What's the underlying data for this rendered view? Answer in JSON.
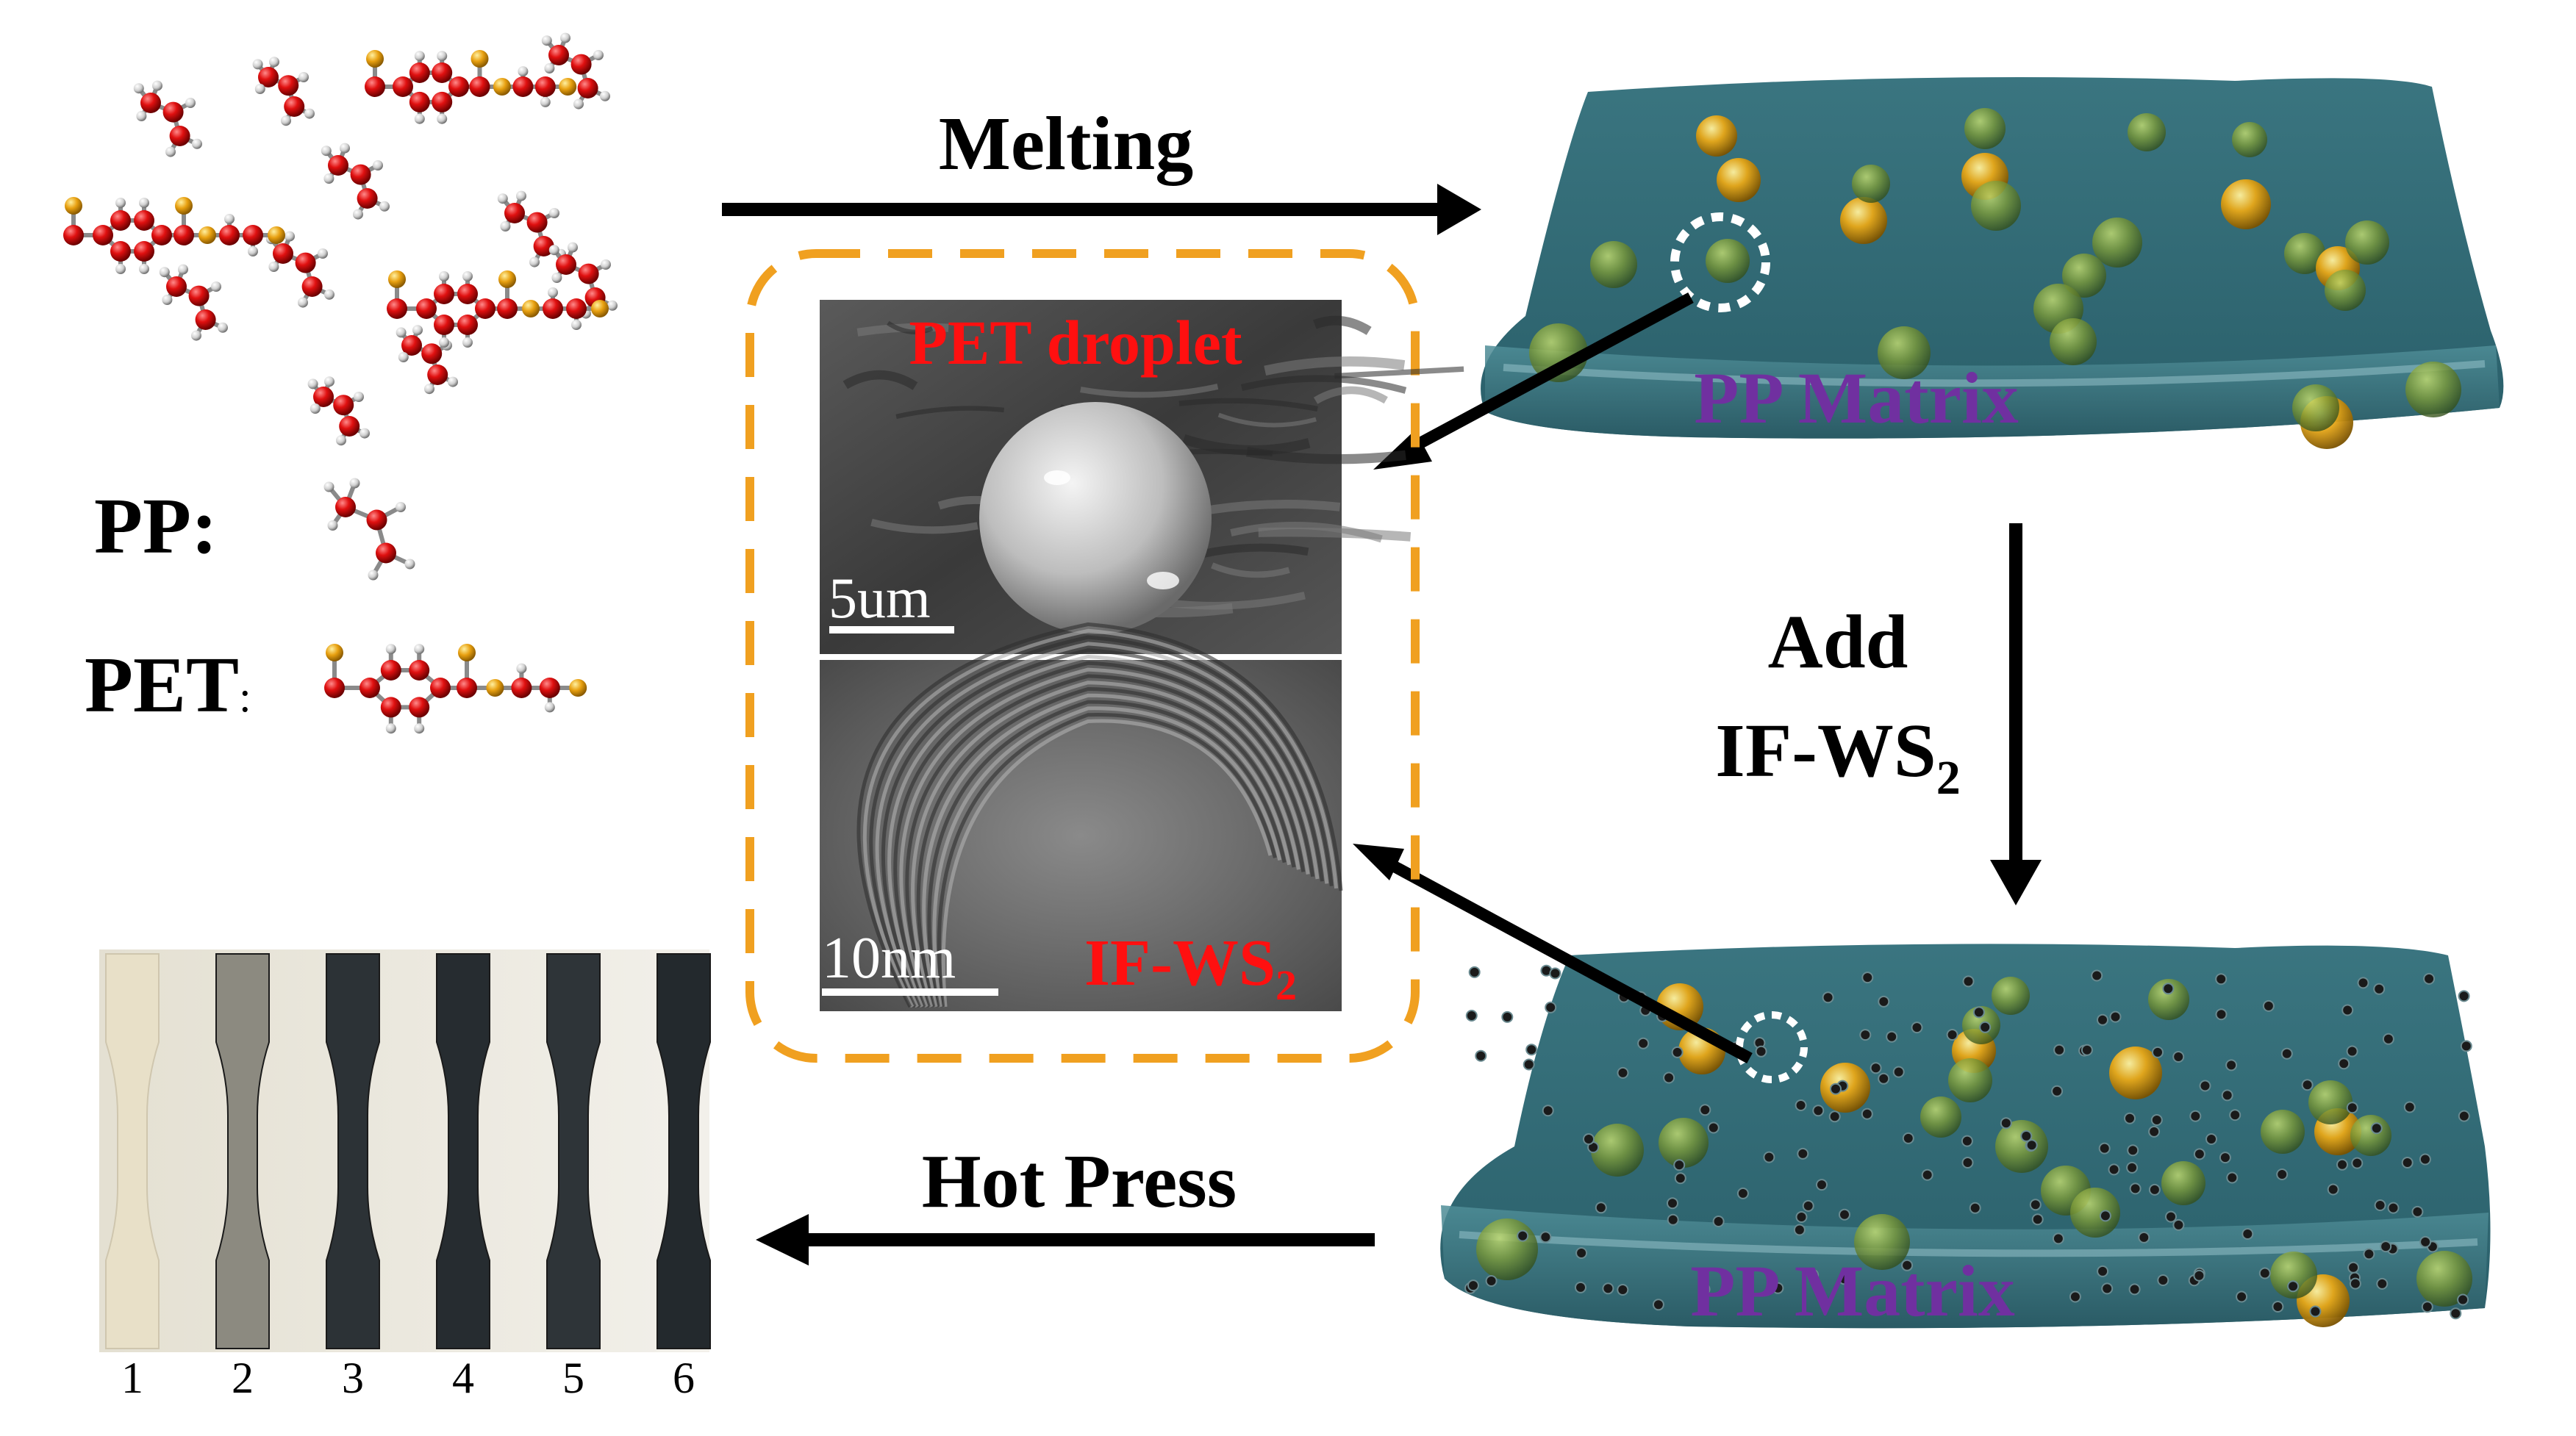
{
  "steps": {
    "melting": "Melting",
    "add": "Add",
    "additive_base": "IF-WS",
    "additive_sub": "2",
    "hot_press": "Hot Press"
  },
  "legend": {
    "pp_label": "PP:",
    "pet_label": "PET",
    "pet_colon": ":"
  },
  "matrix": {
    "top_label": "PP Matrix",
    "bottom_label": "PP Matrix"
  },
  "micrographs": {
    "sem_title": "PET droplet",
    "sem_scale": "5um",
    "tem_scale": "10nm",
    "tem_label_base": "IF-WS",
    "tem_label_sub": "2"
  },
  "samples": {
    "numbers": [
      "1",
      "2",
      "3",
      "4",
      "5",
      "6"
    ],
    "colors": [
      "#e8e0c8",
      "#8c8a80",
      "#2c3236",
      "#262c30",
      "#2e3438",
      "#23292d"
    ]
  },
  "colors": {
    "arrow": "#000000",
    "dashed_box": "#f0a020",
    "matrix_label": "#7030a0",
    "micrograph_label": "#ff1010",
    "slab": "#2e6670"
  }
}
